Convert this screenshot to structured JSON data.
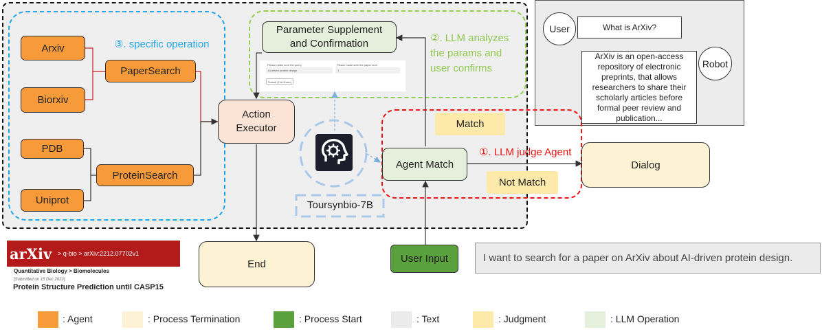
{
  "agents": {
    "arxiv": "Arxiv",
    "biorxiv": "Biorxiv",
    "papersearch": "PaperSearch",
    "pdb": "PDB",
    "uniprot": "Uniprot",
    "proteinsearch": "ProteinSearch"
  },
  "annotations": {
    "specific_operation": "③. specific operation",
    "llm_analyzes": "②. LLM analyzes\nthe params and\nuser confirms",
    "llm_judge": "①. LLM judge Agent"
  },
  "nodes": {
    "param_supplement": "Parameter Supplement\nand Confirmation",
    "action_executor": "Action\nExecutor",
    "agent_match": "Agent Match",
    "match": "Match",
    "not_match": "Not Match",
    "dialog": "Dialog",
    "end": "End",
    "user_input": "User Input",
    "model_name": "Toursynbio-7B"
  },
  "param_form": {
    "query_label": "Please make sure the query",
    "query_value": "AI-driven protein design",
    "num_label": "Please make sure the paper num",
    "num_value": "1",
    "submit": "Submit (Ctrl+Enter)"
  },
  "chat": {
    "user_label": "User",
    "user_message": "What is ArXiv?",
    "robot_label": "Robot",
    "robot_message": "ArXiv is an open-access repository of electronic preprints, that allows researchers to share their scholarly articles before formal peer review and publication..."
  },
  "user_query": "I want to search for a paper on ArXiv about AI-driven protein design.",
  "arxiv_card": {
    "logo": "arXiv",
    "breadcrumb": "> q-bio > arXiv:2212.07702v1",
    "subject": "Quantitative Biology > Biomolecules",
    "submitted": "[Submitted on 15 Dec 2022]",
    "title": "Protein Structure Prediction until CASP15"
  },
  "legend": [
    {
      "label": ": Agent",
      "color": "#f79a3a"
    },
    {
      "label": ": Process Termination",
      "color": "#fdf2d3"
    },
    {
      "label": ": Process Start",
      "color": "#5aa03c"
    },
    {
      "label": ": Text",
      "color": "#ebebeb"
    },
    {
      "label": ": Judgment",
      "color": "#fde9a9"
    },
    {
      "label": ": LLM Operation",
      "color": "#e4efdc"
    }
  ],
  "colors": {
    "agent": "#f79a3a",
    "blue_dash": "#22a6e8",
    "green_dash": "#92cf50",
    "red_dash": "#ee1111",
    "arxiv_red": "#b31b1b"
  }
}
